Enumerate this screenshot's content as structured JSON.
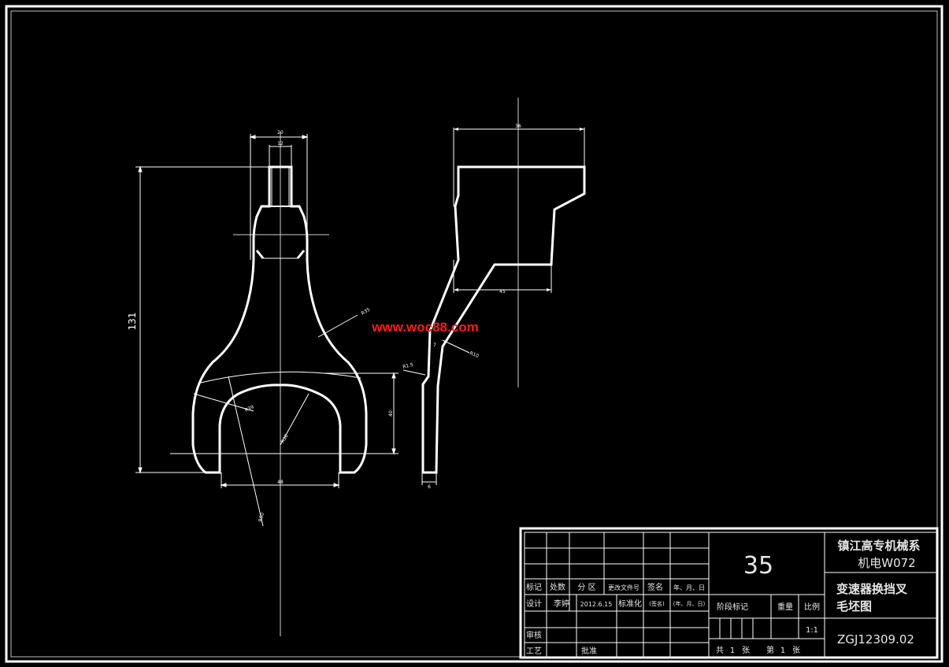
{
  "watermark": "www.woc88.com",
  "dimensions": {
    "fork_top_outer": "20",
    "fork_top_inner": "12",
    "fork_height": "131",
    "fork_bend_radius": "R35",
    "fork_inner_radius": "R39",
    "fork_arc_radius": "R30",
    "fork_right_height": "40",
    "fork_bottom_width": "48",
    "fork_long_radius": "R60",
    "side_top_width": "36",
    "side_mid_width": "45",
    "side_bend_radius": "R10",
    "side_small_radius": "R1.5",
    "side_small_dim": "7",
    "side_bottom_width": "6"
  },
  "title_block": {
    "header_labels": [
      "标记",
      "处数",
      "分  区",
      "更改文件号",
      "签名",
      "年、月、日"
    ],
    "design_row": {
      "label": "设计",
      "name": "李婷",
      "date": "2012.6.15",
      "std_label": "标准化",
      "sign_placeholder": "(签名)",
      "date_placeholder": "(年、月、日)"
    },
    "review_label": "审核",
    "process_label": "工艺",
    "approve_label": "批准",
    "material": "35",
    "stage_label": "阶段标记",
    "weight_label": "重量",
    "scale_label": "比例",
    "scale_value": "1:1",
    "sheets_total_prefix": "共",
    "sheets_total": "1",
    "sheets_unit": "张",
    "sheet_no_prefix": "第",
    "sheet_no": "1",
    "school_line1": "镇江高专机械系",
    "school_line2": "机电W072",
    "part_name_line1": "变速器换挡叉",
    "part_name_line2": "毛坯图",
    "drawing_number": "ZGJ12309.02"
  }
}
